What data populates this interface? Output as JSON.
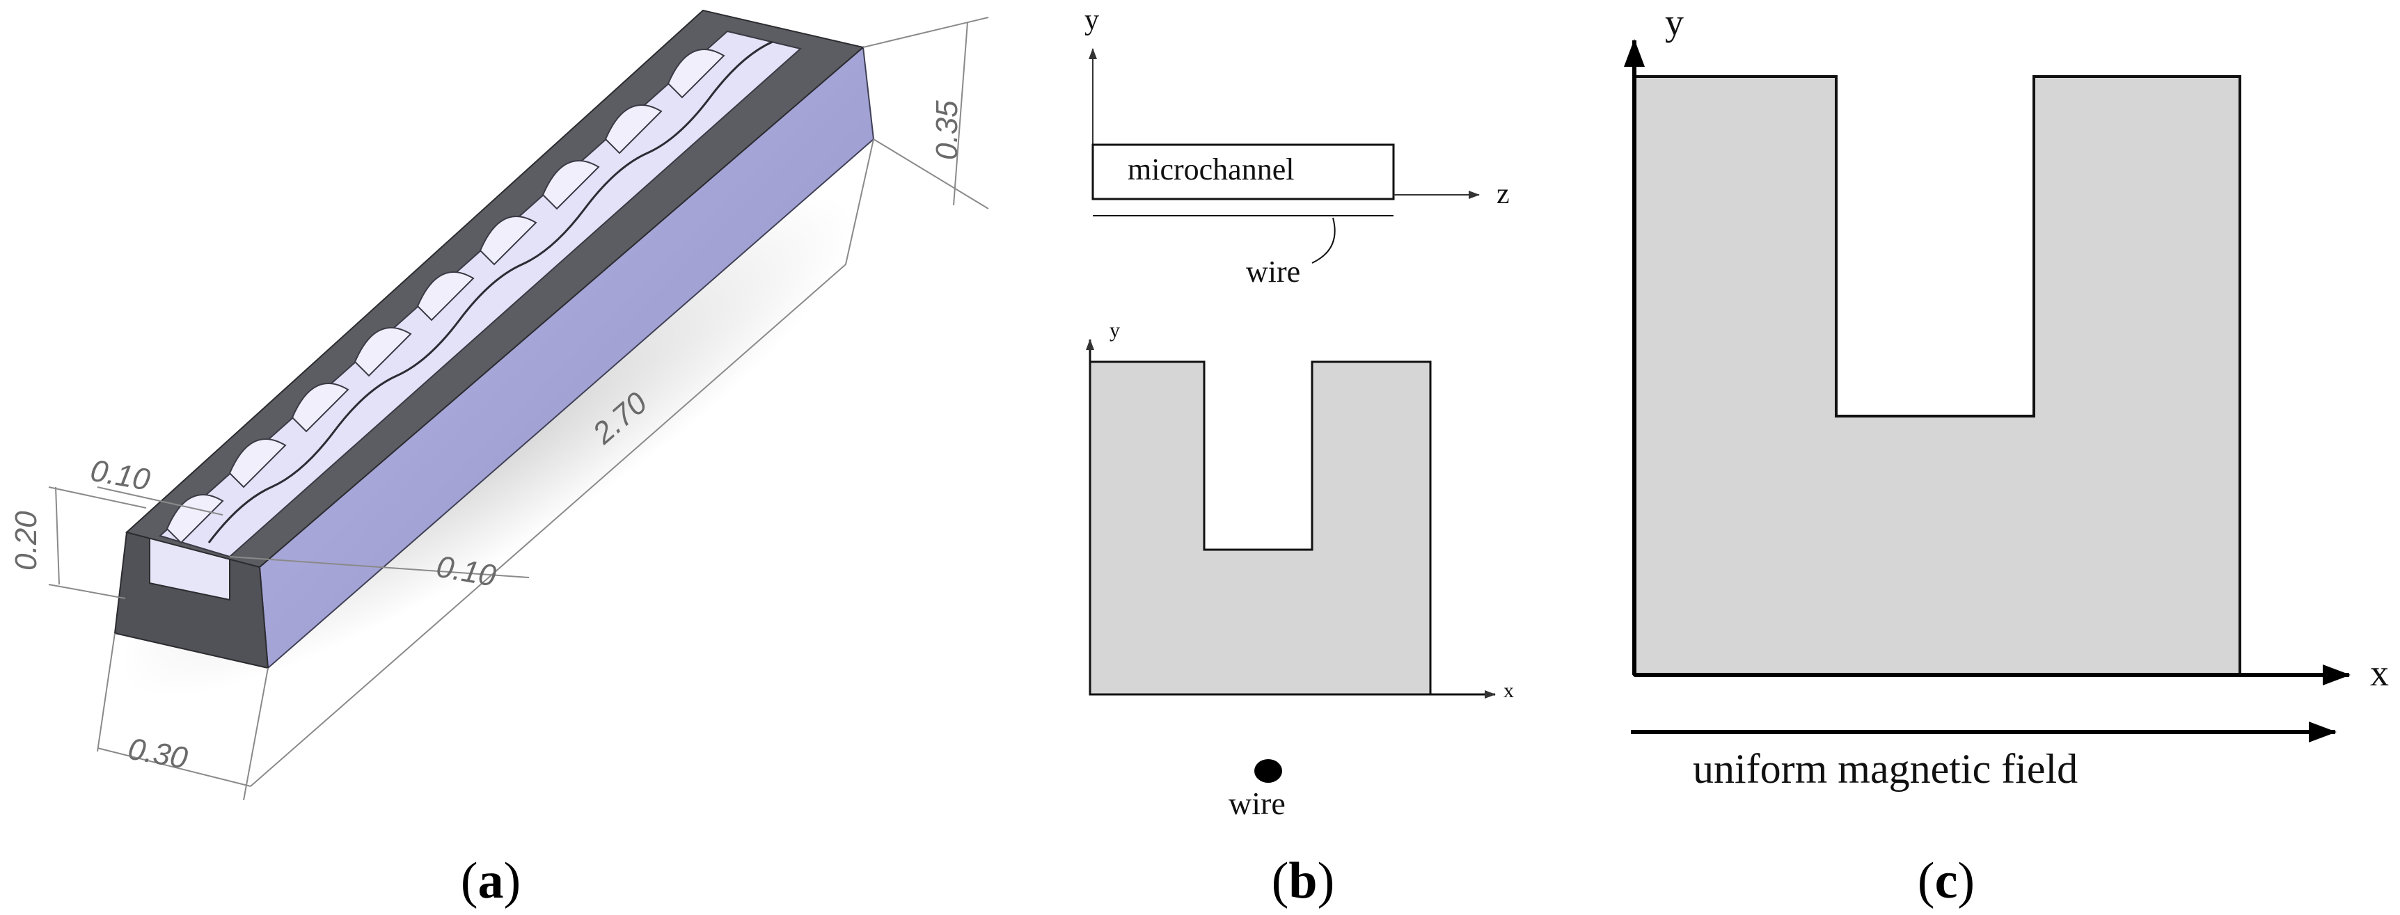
{
  "panel_a": {
    "dimensions": {
      "top_width": "0.10",
      "height": "0.20",
      "wall": "0.10",
      "base_width": "0.30",
      "length": "2.70",
      "total_height": "0.35"
    },
    "caption": {
      "open": "(",
      "letter": "a",
      "close": ")"
    }
  },
  "panel_b": {
    "side_view": {
      "axis_y": "y",
      "axis_z": "z",
      "channel_label": "microchannel",
      "wire_label": "wire"
    },
    "cross_section": {
      "axis_y": "y",
      "axis_x": "x",
      "wire_label": "wire"
    },
    "caption": {
      "open": "(",
      "letter": "b",
      "close": ")"
    }
  },
  "panel_c": {
    "axis_y": "y",
    "axis_x": "x",
    "field_label": "uniform magnetic field",
    "caption": {
      "open": "(",
      "letter": "c",
      "close": ")"
    }
  },
  "colors": {
    "section_fill": "#d6d6d6",
    "block_top": "#5b5d62",
    "block_side": "#a6a6d8",
    "groove": "#e4e2f8"
  }
}
